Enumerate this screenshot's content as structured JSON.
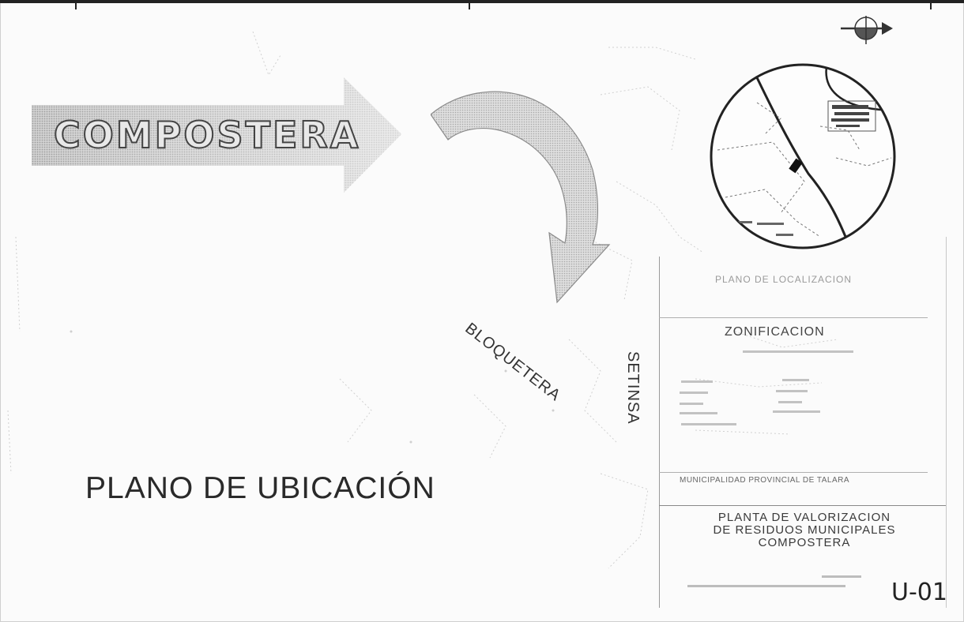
{
  "banner": {
    "label": "COMPOSTERA"
  },
  "labels": {
    "bloquetera": "BLOQUETERA",
    "setinsa": "SETINSA"
  },
  "plan_title": "PLANO DE UBICACIÓN",
  "title_block": {
    "key_plan_caption": "PLANO DE LOCALIZACION",
    "section_heading": "ZONIFICACION",
    "client": "MUNICIPALIDAD PROVINCIAL DE TALARA",
    "project_line_1": "PLANTA DE VALORIZACION",
    "project_line_2": "DE RESIDUOS MUNICIPALES",
    "project_line_3": "COMPOSTERA",
    "sheet_code": "U-01"
  },
  "colors": {
    "banner_fill": "#b9b9b9",
    "arrow_fill": "#c4c4c4",
    "ink": "#2b2b2b"
  },
  "icons": {
    "north": "north-arrow-icon",
    "key_plan": "key-plan-map"
  }
}
